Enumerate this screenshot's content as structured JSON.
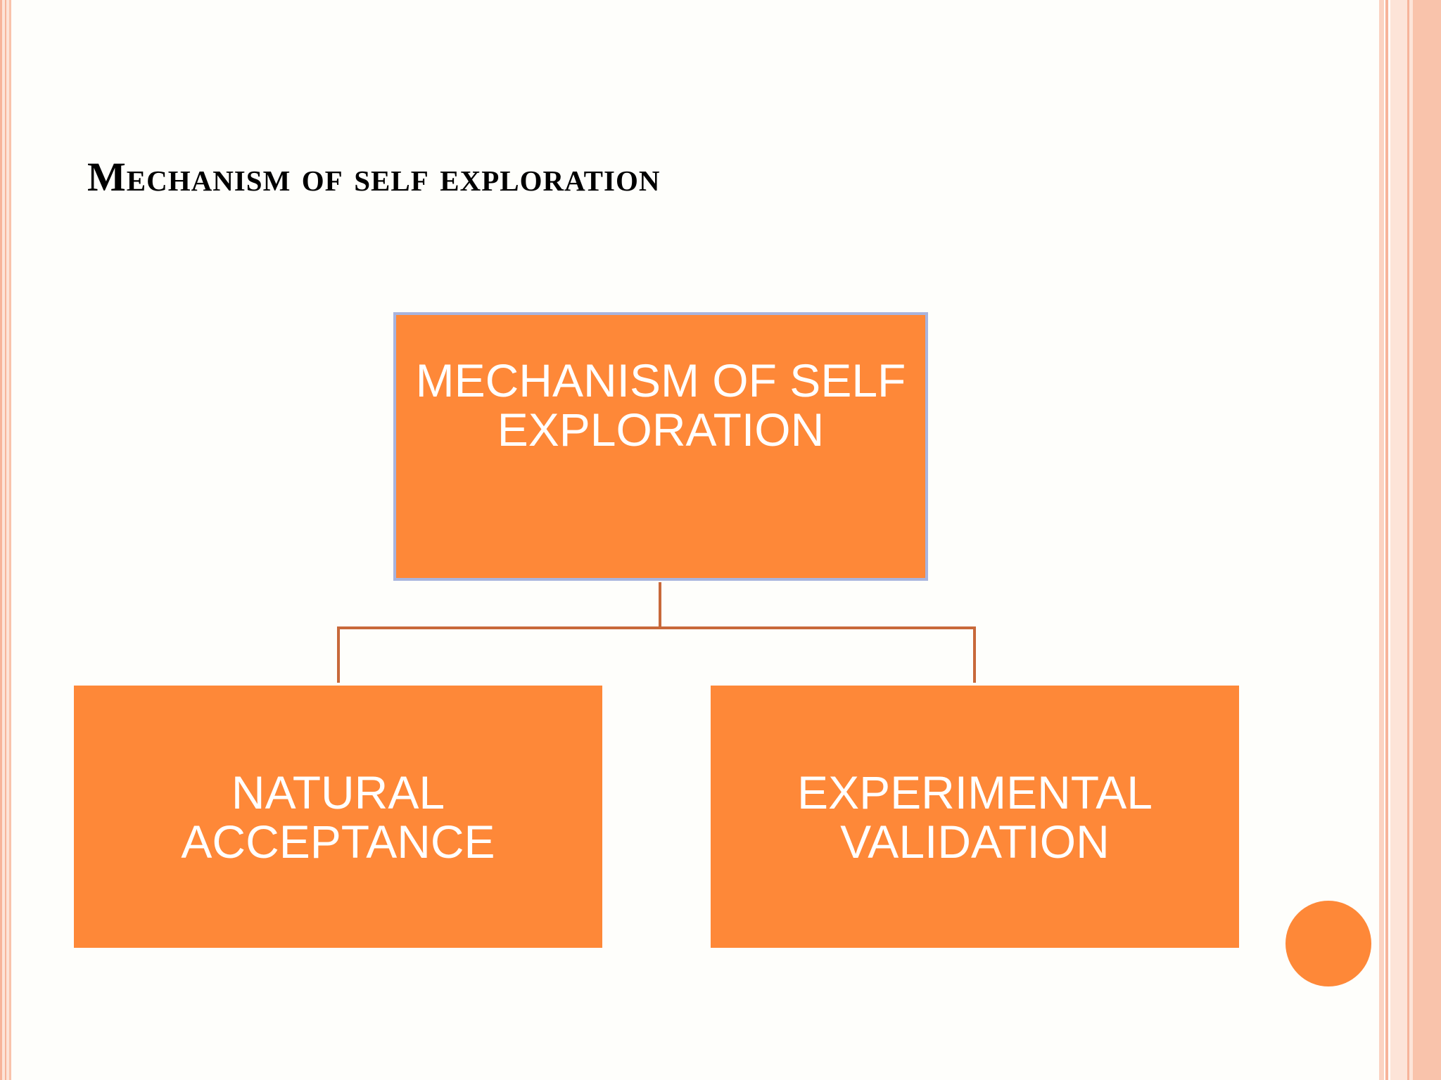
{
  "slide": {
    "title": "Mechanism of self exploration"
  },
  "diagram": {
    "root": {
      "label": "MECHANISM OF SELF\nEXPLORATION"
    },
    "children": [
      {
        "label": "NATURAL\nACCEPTANCE"
      },
      {
        "label": "EXPERIMENTAL\nVALIDATION"
      }
    ]
  },
  "colors": {
    "box_fill": "#fe8838",
    "box_text": "#ffffff",
    "root_border": "#a8b4de",
    "connector": "#c8693a",
    "border_accent": "#f9c3ab",
    "background": "#fefefb"
  }
}
